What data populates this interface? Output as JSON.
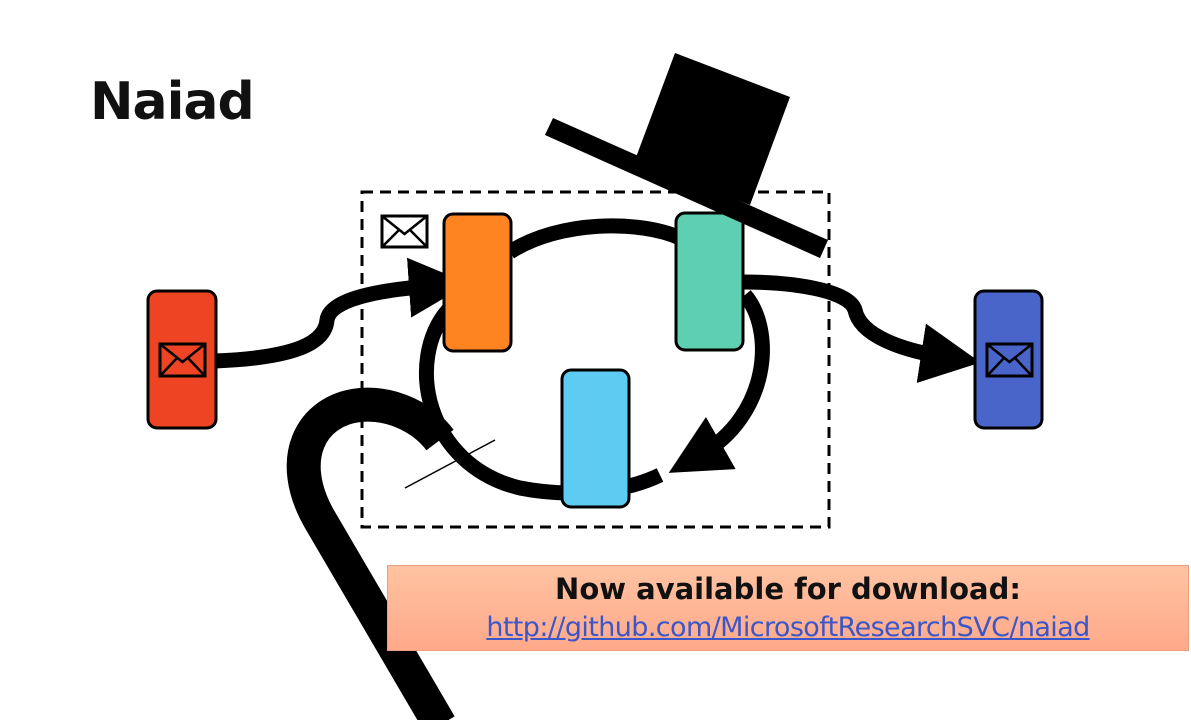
{
  "slide": {
    "title": "Naiad"
  },
  "banner": {
    "heading": "Now available for download:",
    "link": "http://github.com/MicrosoftResearchSVC/naiad"
  },
  "colors": {
    "input_vertex": "#ef4423",
    "orange_vertex": "#fd8421",
    "teal_vertex": "#5fcfb1",
    "blue_vertex": "#5ecbf3",
    "output_vertex": "#4a65c9",
    "banner_background": "#ffb496",
    "link": "#3a56c9"
  },
  "icons": {
    "message": "envelope-icon",
    "hat": "top-hat-icon",
    "cane": "walking-cane-icon"
  }
}
